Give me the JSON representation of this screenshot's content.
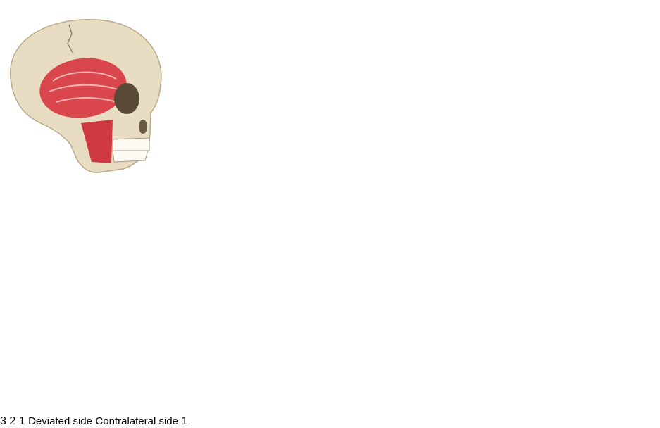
{
  "labels": {
    "step_top_left": "3",
    "step_bottom_left": "2",
    "step_bottom_center": "1",
    "step_bottom_right": "1",
    "deviated_side": "Deviated side",
    "contralateral_side": "Contralateral side"
  },
  "colors": {
    "badge_bg": "#e6e6e6",
    "badge_text": "#1a1a1a",
    "navy_arrow": "#2b2f7a",
    "brown_arrow": "#5a3418",
    "black_arrow": "#111111",
    "skull_parietal": "#9a6b74",
    "skull_top": "#d9d54a",
    "skull_temporal": "#53a348",
    "skull_sphenoid": "#6fb5b5",
    "skull_maxilla": "#5557c9",
    "skull_mandible": "#e9b25a",
    "bone_bg": "#e7e3cf",
    "condyle": "#ecc9a2",
    "disc": "#c7a1d2",
    "masseter": "#d9464b"
  },
  "icons": [
    "lateral-skull-icon",
    "molar-teeth-icon",
    "frontal-skull-icon",
    "tmj-joint-icon"
  ]
}
